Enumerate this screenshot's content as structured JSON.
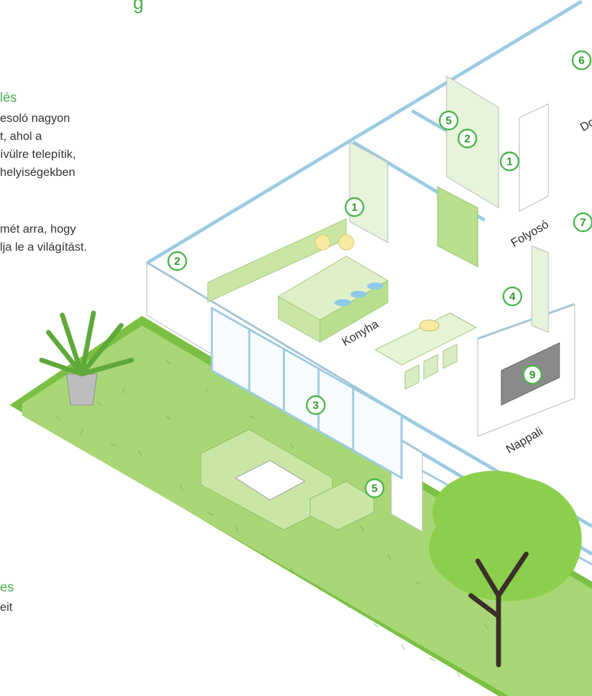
{
  "colors": {
    "accent_green": "#4caf50",
    "marker_green": "#49b649",
    "lawn": "#a9d776",
    "lawn_edge": "#7bc043",
    "wall_blue": "#9ccbe3",
    "furniture_green": "#c9e6a5",
    "text": "#333333"
  },
  "left_text": {
    "top_partial": "g",
    "heading_1": "lés",
    "para_1": [
      "esoló nagyon",
      "t, ahol a",
      "ívülre telepítik,",
      "helyiségekben"
    ],
    "para_2": [
      "mét arra, hogy",
      "lja le a világítást."
    ],
    "heading_2": "es",
    "para_3": [
      "eit"
    ]
  },
  "rooms": {
    "konyha": "Konyha",
    "folyoso": "Folyosó",
    "nappali": "Nappali",
    "dolgozo_partial": "Do"
  },
  "markers": [
    {
      "id": "marker-6",
      "label": "6"
    },
    {
      "id": "marker-5-top",
      "label": "5"
    },
    {
      "id": "marker-2-top",
      "label": "2"
    },
    {
      "id": "marker-1-top",
      "label": "1"
    },
    {
      "id": "marker-1-kitchen",
      "label": "1"
    },
    {
      "id": "marker-2-left",
      "label": "2"
    },
    {
      "id": "marker-7",
      "label": "7"
    },
    {
      "id": "marker-4",
      "label": "4"
    },
    {
      "id": "marker-9",
      "label": "9"
    },
    {
      "id": "marker-3",
      "label": "3"
    },
    {
      "id": "marker-5-garden",
      "label": "5"
    }
  ]
}
